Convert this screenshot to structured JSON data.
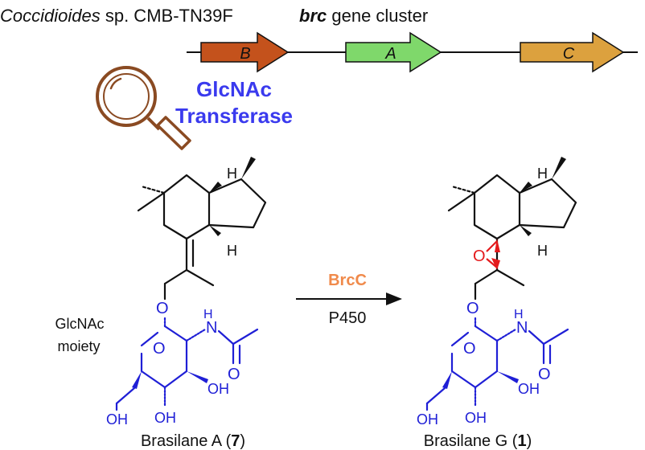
{
  "header": {
    "organism": "Coccidioides",
    "organism_suffix": " sp. CMB-TN39F",
    "cluster_bold": "brc",
    "cluster_suffix": " gene cluster"
  },
  "genes": [
    {
      "label": "B",
      "color": "#c4521c"
    },
    {
      "label": "A",
      "color": "#7fd86b"
    },
    {
      "label": "C",
      "color": "#dca13e"
    }
  ],
  "annotation": {
    "line1": "GlcNAc",
    "line2": "Transferase",
    "color": "#3a3aee",
    "icon": "magnifier-icon",
    "icon_color": "#8a4a22"
  },
  "reaction": {
    "enzyme": "BrcC",
    "enzyme_color": "#f08a4b",
    "cofactor": "P450"
  },
  "left_molecule": {
    "moiety_line1": "GlcNAc",
    "moiety_line2": "moiety",
    "name_prefix": "Brasilane A (",
    "name_number": "7",
    "name_suffix": ")"
  },
  "right_molecule": {
    "name_prefix": "Brasilane G (",
    "name_number": "1",
    "name_suffix": ")"
  },
  "atoms": {
    "H": "H",
    "O": "O",
    "N": "N",
    "OH": "OH"
  },
  "colors": {
    "sugar": "#1f1fd6",
    "epoxide": "#e41a1c"
  }
}
